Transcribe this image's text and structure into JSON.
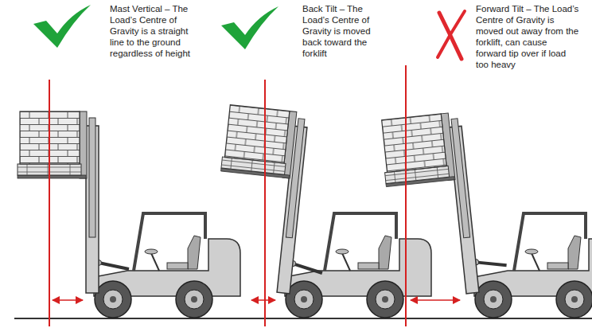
{
  "diagram": {
    "labels": [
      "Mast Vertical – The Load’s Centre of Gravity is a straight line to the ground regardless of height",
      "Back Tilt – The Load’s Centre of Gravity is moved back toward the forklift",
      "Forward Tilt – The Load’s Centre of Gravity is moved out away from the forklift, can cause forward tip over if load too heavy"
    ]
  }
}
